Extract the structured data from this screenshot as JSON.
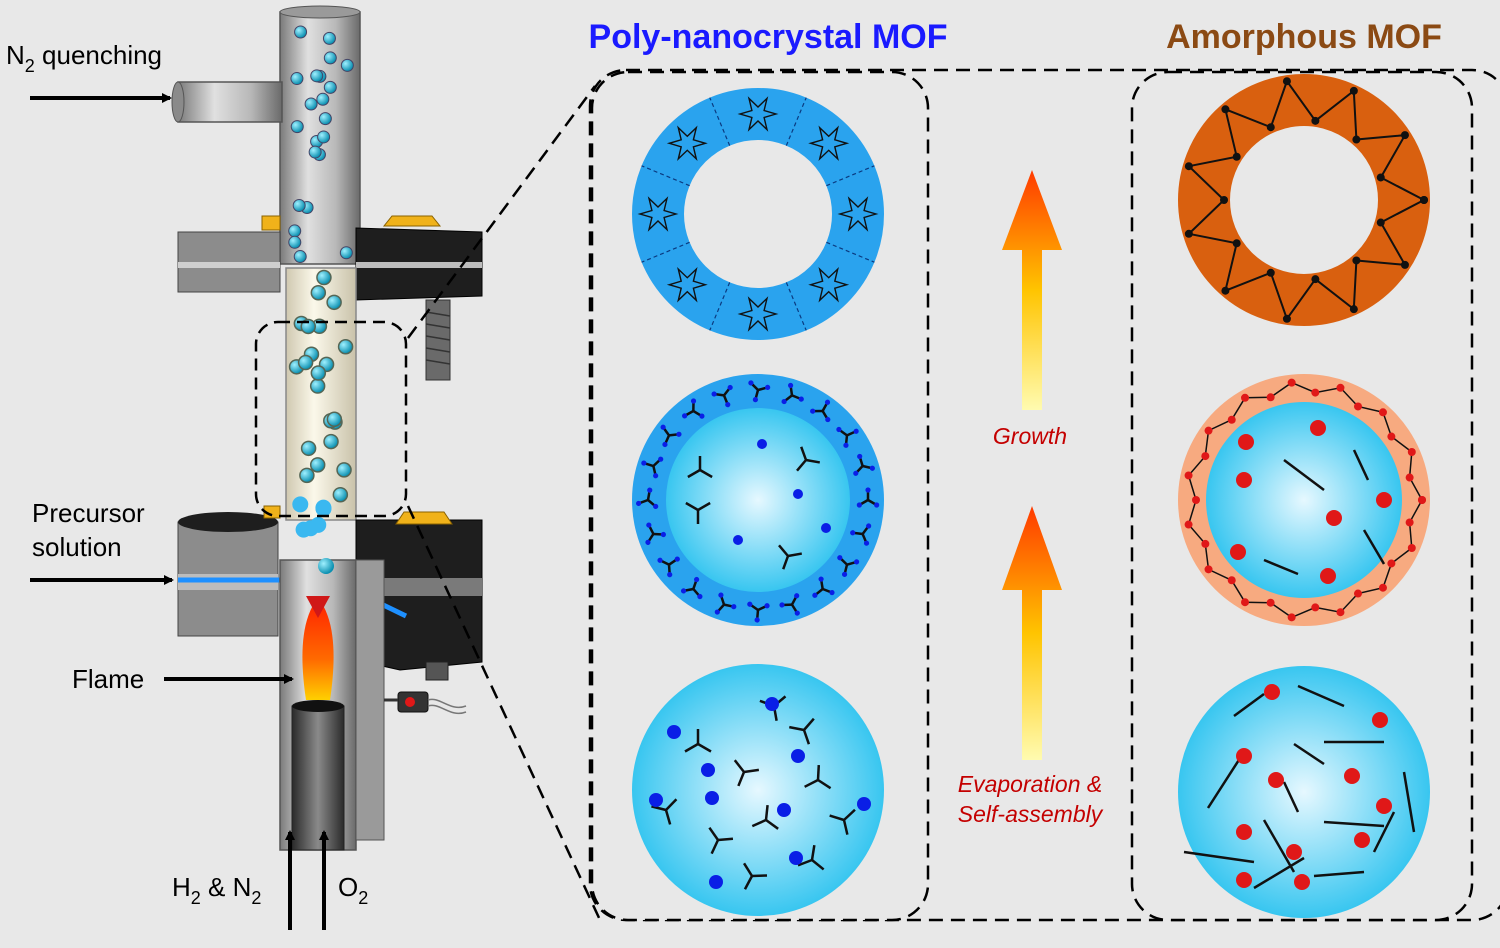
{
  "labels": {
    "n2_quenching": "N",
    "n2_quenching_sub": "2",
    "n2_quenching_rest": " quenching",
    "precursor_line1": "Precursor",
    "precursor_line2": "solution",
    "flame": "Flame",
    "h2": "H",
    "h2_sub": "2",
    "h2_mid": " & N",
    "n2_sub": "2",
    "o2": "O",
    "o2_sub": "2"
  },
  "titles": {
    "poly": "Poly-nanocrystal MOF",
    "amorphous": "Amorphous MOF"
  },
  "process": {
    "growth": "Growth",
    "evap_line1": "Evaporation &",
    "evap_line2": "Self-assembly"
  },
  "colors": {
    "background": "#e8e8e8",
    "poly_title": "#1a1aff",
    "amorphous_title": "#8b4a14",
    "process_text": "#c40000",
    "droplet_light": "#e6f8ff",
    "droplet_dark": "#38c6f0",
    "poly_ring": "#2aa3ee",
    "amorphous_ring": "#d9600f",
    "amorphous_shell": "#f7aa80",
    "metal_blue": "#0a1ee6",
    "metal_red": "#e01818"
  }
}
